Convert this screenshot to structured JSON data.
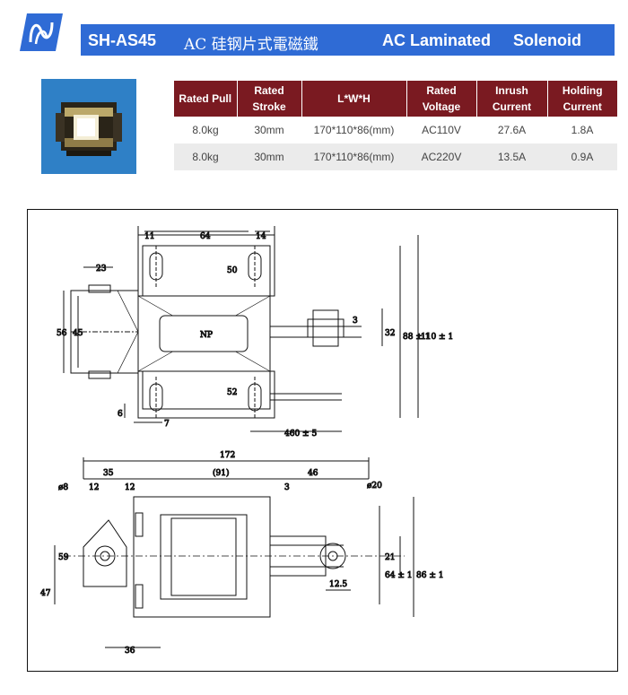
{
  "header": {
    "model": "SH-AS45",
    "title_cn": "AC 硅钢片式電磁鐵",
    "title_en_1": "AC Laminated",
    "title_en_2": "Solenoid"
  },
  "spec_table": {
    "headers": [
      [
        "Rated Pull"
      ],
      [
        "Rated",
        "Stroke"
      ],
      [
        "L*W*H"
      ],
      [
        "Rated",
        "Voltage"
      ],
      [
        "Inrush",
        "Current"
      ],
      [
        "Holding",
        "Current"
      ]
    ],
    "rows": [
      [
        "8.0kg",
        "30mm",
        "170*110*86(mm)",
        "AC110V",
        "27.6A",
        "1.8A"
      ],
      [
        "8.0kg",
        "30mm",
        "170*110*86(mm)",
        "AC220V",
        "13.5A",
        "0.9A"
      ]
    ]
  },
  "drawing": {
    "top_view": {
      "dim_11": "11",
      "dim_64": "64",
      "dim_14": "14",
      "dim_23": "23",
      "dim_56": "56",
      "dim_45": "45",
      "dim_50": "50",
      "dim_52": "52",
      "dim_3": "3",
      "dim_32": "32",
      "dim_88": "88 ± 1",
      "dim_110": "110 ± 1",
      "dim_6": "6",
      "dim_7": "7",
      "dim_460": "460 ± 5",
      "coil_mark": "NP"
    },
    "side_view": {
      "dim_172": "172",
      "dim_35": "35",
      "dim_91": "(91)",
      "dim_46": "46",
      "dim_phi8": "ø8",
      "dim_12a": "12",
      "dim_12b": "12",
      "dim_3": "3",
      "dim_phi20": "ø20",
      "dim_59": "59",
      "dim_47": "47",
      "dim_21": "21",
      "dim_64": "64 ± 1",
      "dim_86": "86 ± 1",
      "dim_12_5": "12.5",
      "dim_36": "36"
    }
  }
}
